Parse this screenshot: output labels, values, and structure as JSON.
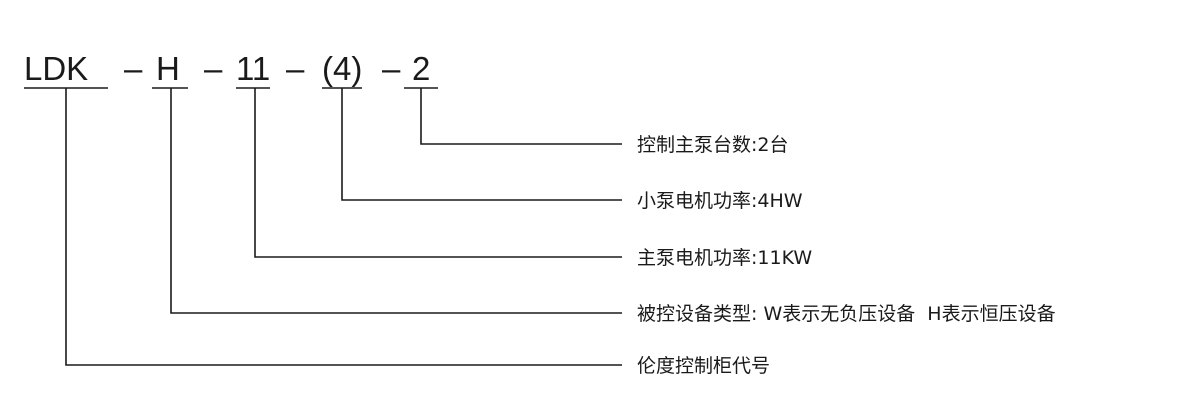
{
  "code": {
    "prefix": "LDK",
    "sep": "–",
    "control_type": "H",
    "main_pump_power": "11",
    "small_pump_power": "(4)",
    "main_pump_count": "2"
  },
  "descriptions": {
    "main_pump_count": "控制主泵台数:2台",
    "small_pump_power": "小泵电机功率:4HW",
    "main_pump_power": "主泵电机功率:11KW",
    "control_type": "被控设备类型: W表示无负压设备  H表示恒压设备",
    "prefix": "伦度控制柜代号"
  },
  "colors": {
    "ink": "#1a1a1a",
    "background": "#ffffff"
  }
}
